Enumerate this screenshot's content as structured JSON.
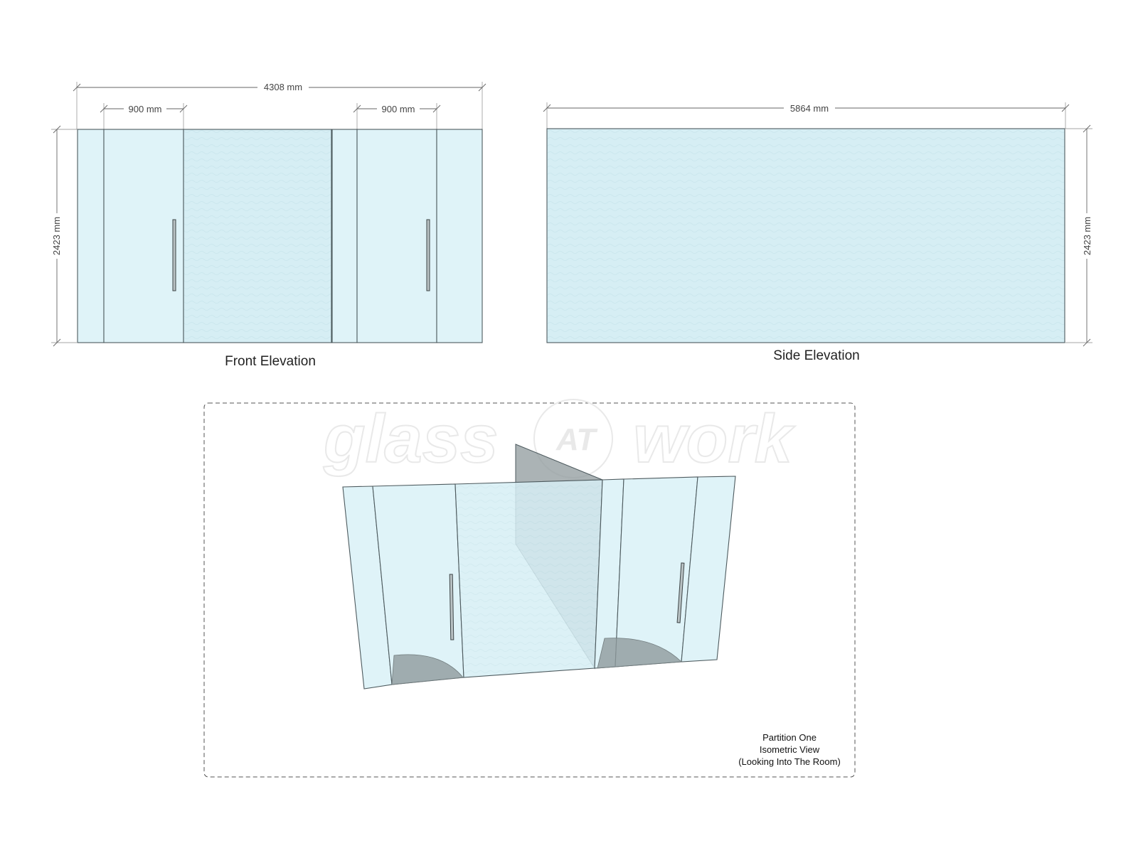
{
  "front_elevation": {
    "title": "Front Elevation",
    "overall_width": "4308 mm",
    "height": "2423 mm",
    "door_left_width": "900 mm",
    "door_right_width": "900 mm"
  },
  "side_elevation": {
    "title": "Side Elevation",
    "overall_width": "5864 mm",
    "height": "2423 mm"
  },
  "isometric_view": {
    "caption_line1": "Partition One",
    "caption_line2": "Isometric View",
    "caption_line3": "(Looking Into The Room)"
  },
  "watermark": {
    "left": "glass",
    "mid": "AT",
    "right": "work"
  },
  "colors": {
    "glass": "#dff3f8",
    "glass_frosted": "#d3edf3",
    "edge": "#4d5a5e",
    "shadow": "#8f9a9c"
  }
}
